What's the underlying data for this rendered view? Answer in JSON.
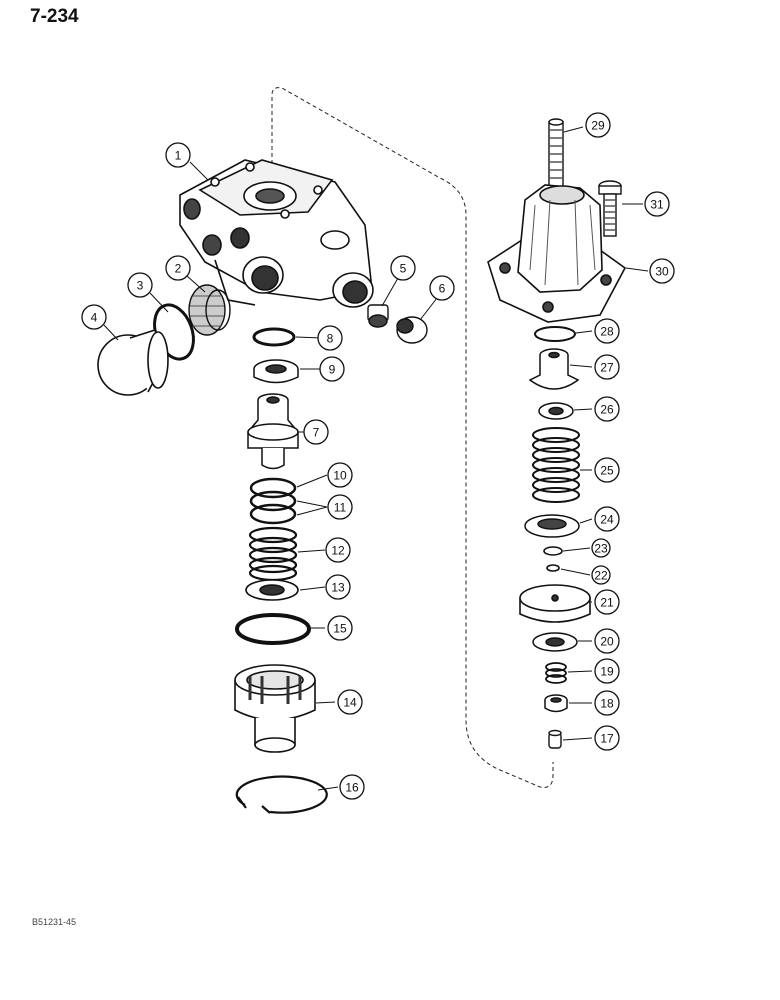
{
  "page_number": "7-234",
  "figure_code": "B51231-45",
  "callouts": [
    {
      "id": "1",
      "label": "1"
    },
    {
      "id": "2",
      "label": "2"
    },
    {
      "id": "3",
      "label": "3"
    },
    {
      "id": "4",
      "label": "4"
    },
    {
      "id": "5",
      "label": "5"
    },
    {
      "id": "6",
      "label": "6"
    },
    {
      "id": "7",
      "label": "7"
    },
    {
      "id": "8",
      "label": "8"
    },
    {
      "id": "9",
      "label": "9"
    },
    {
      "id": "10",
      "label": "10"
    },
    {
      "id": "11",
      "label": "11"
    },
    {
      "id": "12",
      "label": "12"
    },
    {
      "id": "13",
      "label": "13"
    },
    {
      "id": "14",
      "label": "14"
    },
    {
      "id": "15",
      "label": "15"
    },
    {
      "id": "16",
      "label": "16"
    },
    {
      "id": "17",
      "label": "17"
    },
    {
      "id": "18",
      "label": "18"
    },
    {
      "id": "19",
      "label": "19"
    },
    {
      "id": "20",
      "label": "20"
    },
    {
      "id": "21",
      "label": "21"
    },
    {
      "id": "22",
      "label": "22"
    },
    {
      "id": "23",
      "label": "23"
    },
    {
      "id": "24",
      "label": "24"
    },
    {
      "id": "25",
      "label": "25"
    },
    {
      "id": "26",
      "label": "26"
    },
    {
      "id": "27",
      "label": "27"
    },
    {
      "id": "28",
      "label": "28"
    },
    {
      "id": "29",
      "label": "29"
    },
    {
      "id": "30",
      "label": "30"
    },
    {
      "id": "31",
      "label": "31"
    }
  ]
}
